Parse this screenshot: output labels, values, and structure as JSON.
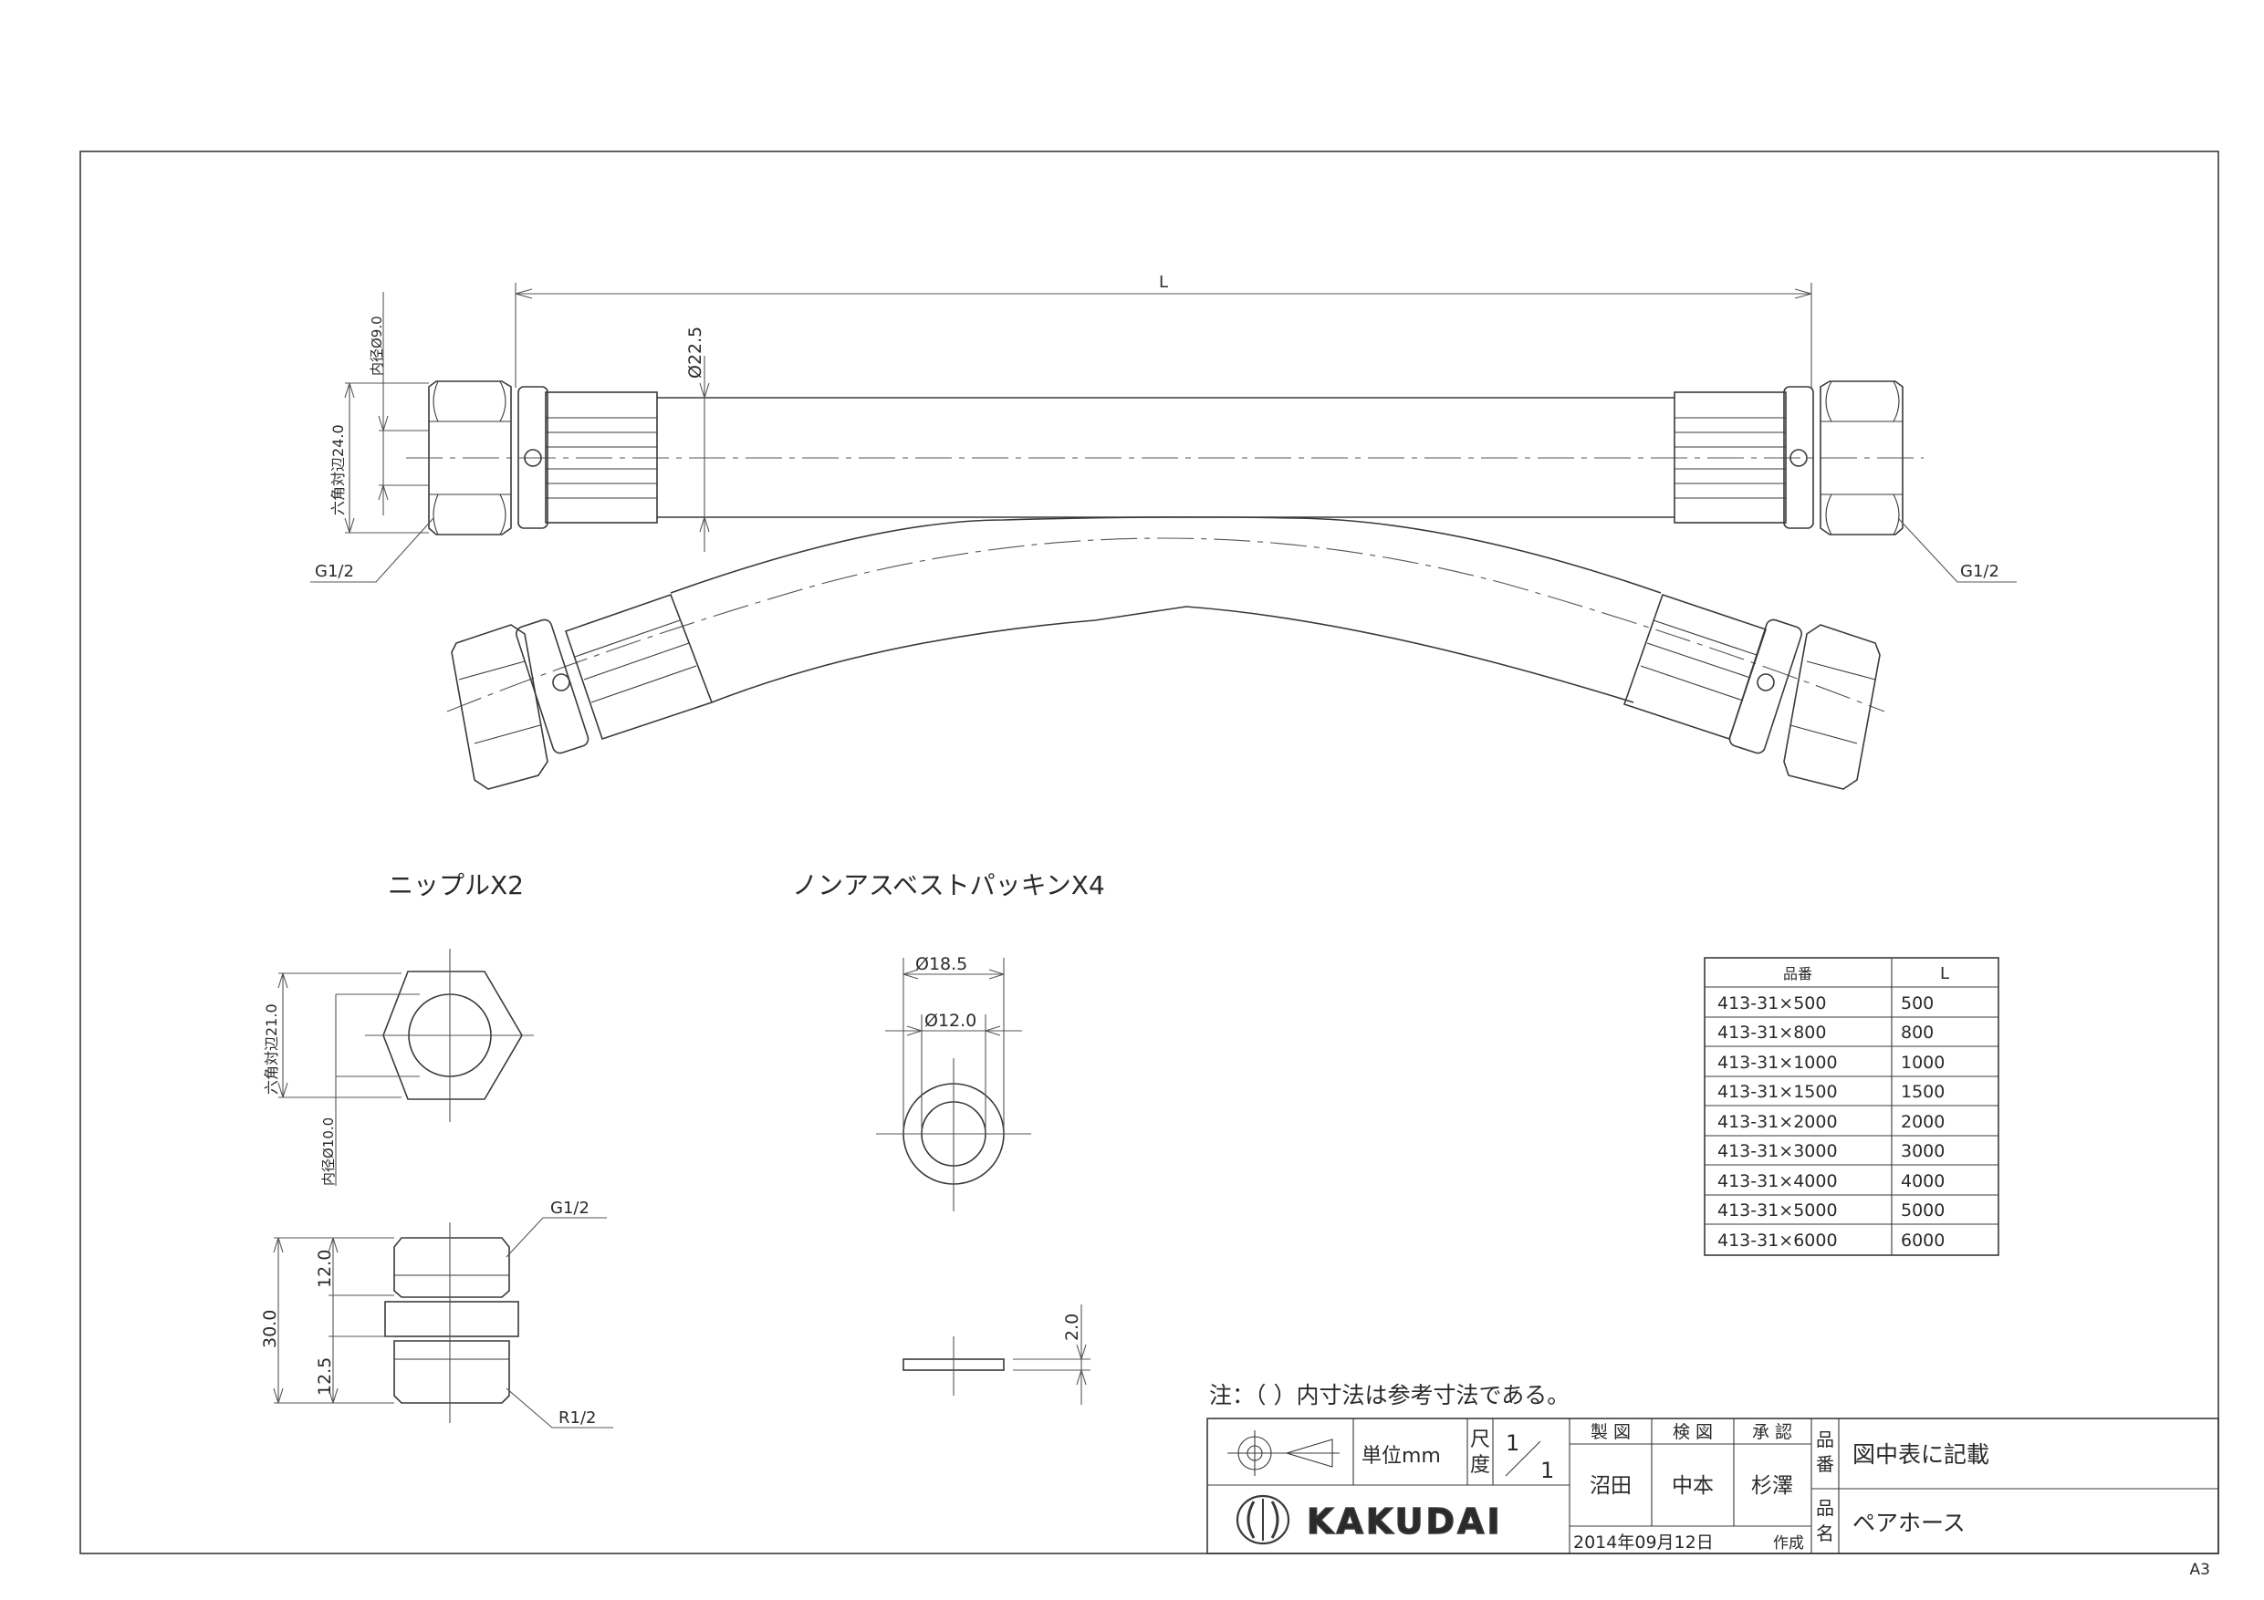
{
  "drawing": {
    "dim_L": "L",
    "dim_bore": "内径Ø9.0",
    "dim_hex": "六角対辺24.0",
    "dim_hose": "Ø22.5",
    "thread_left": "G1/2",
    "thread_right": "G1/2"
  },
  "nipple": {
    "title": "ニップルX2",
    "dim_hex": "六角対辺21.0",
    "dim_bore": "内径Ø10.0",
    "thread_top": "G1/2",
    "thread_bottom": "R1/2",
    "dim_total": "30.0",
    "dim_upper": "12.0",
    "dim_lower": "12.5"
  },
  "packing": {
    "title": "ノンアスベストパッキンX4",
    "dim_outer": "Ø18.5",
    "dim_inner": "Ø12.0",
    "dim_thick": "2.0"
  },
  "table": {
    "header_part": "品番",
    "header_L": "L",
    "rows": [
      {
        "part": "413-31×500",
        "L": "500"
      },
      {
        "part": "413-31×800",
        "L": "800"
      },
      {
        "part": "413-31×1000",
        "L": "1000"
      },
      {
        "part": "413-31×1500",
        "L": "1500"
      },
      {
        "part": "413-31×2000",
        "L": "2000"
      },
      {
        "part": "413-31×3000",
        "L": "3000"
      },
      {
        "part": "413-31×4000",
        "L": "4000"
      },
      {
        "part": "413-31×5000",
        "L": "5000"
      },
      {
        "part": "413-31×6000",
        "L": "6000"
      }
    ]
  },
  "titleblock": {
    "note": "注：（ ）内寸法は参考寸法である。",
    "unit_label": "単位mm",
    "scale_label_1": "尺",
    "scale_label_2": "度",
    "scale_num": "1",
    "scale_den": "1",
    "drafted_label": "製 図",
    "checked_label": "検 図",
    "approved_label": "承 認",
    "drafted_by": "沼田",
    "checked_by": "中本",
    "approved_by": "杉澤",
    "part_no_label_1": "品",
    "part_no_label_2": "番",
    "part_no_value": "図中表に記載",
    "name_label_1": "品",
    "name_label_2": "名",
    "name_value": "ペアホース",
    "date": "2014年09月12日",
    "made_label": "作成",
    "brand": "KAKUDAI"
  },
  "sheet_size": "A3"
}
